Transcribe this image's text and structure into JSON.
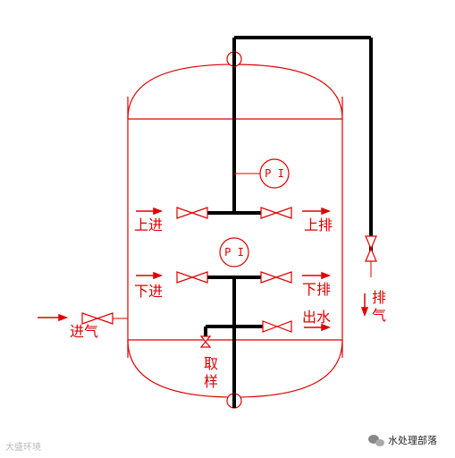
{
  "labels": {
    "upper_inlet": "上进",
    "upper_outlet": "上排",
    "lower_inlet": "下进",
    "lower_outlet": "下排",
    "water_out": "出水",
    "air_inlet": "进气",
    "sample_1": "取",
    "sample_2": "样",
    "exhaust_1": "排",
    "exhaust_2": "气",
    "gauge_upper": "P I",
    "gauge_lower": "P I"
  },
  "watermark": {
    "brand": "水处理部落",
    "faint": "大盛环境"
  },
  "colors": {
    "vessel": "#dd0000",
    "pipe": "#000000",
    "background": "#ffffff"
  }
}
